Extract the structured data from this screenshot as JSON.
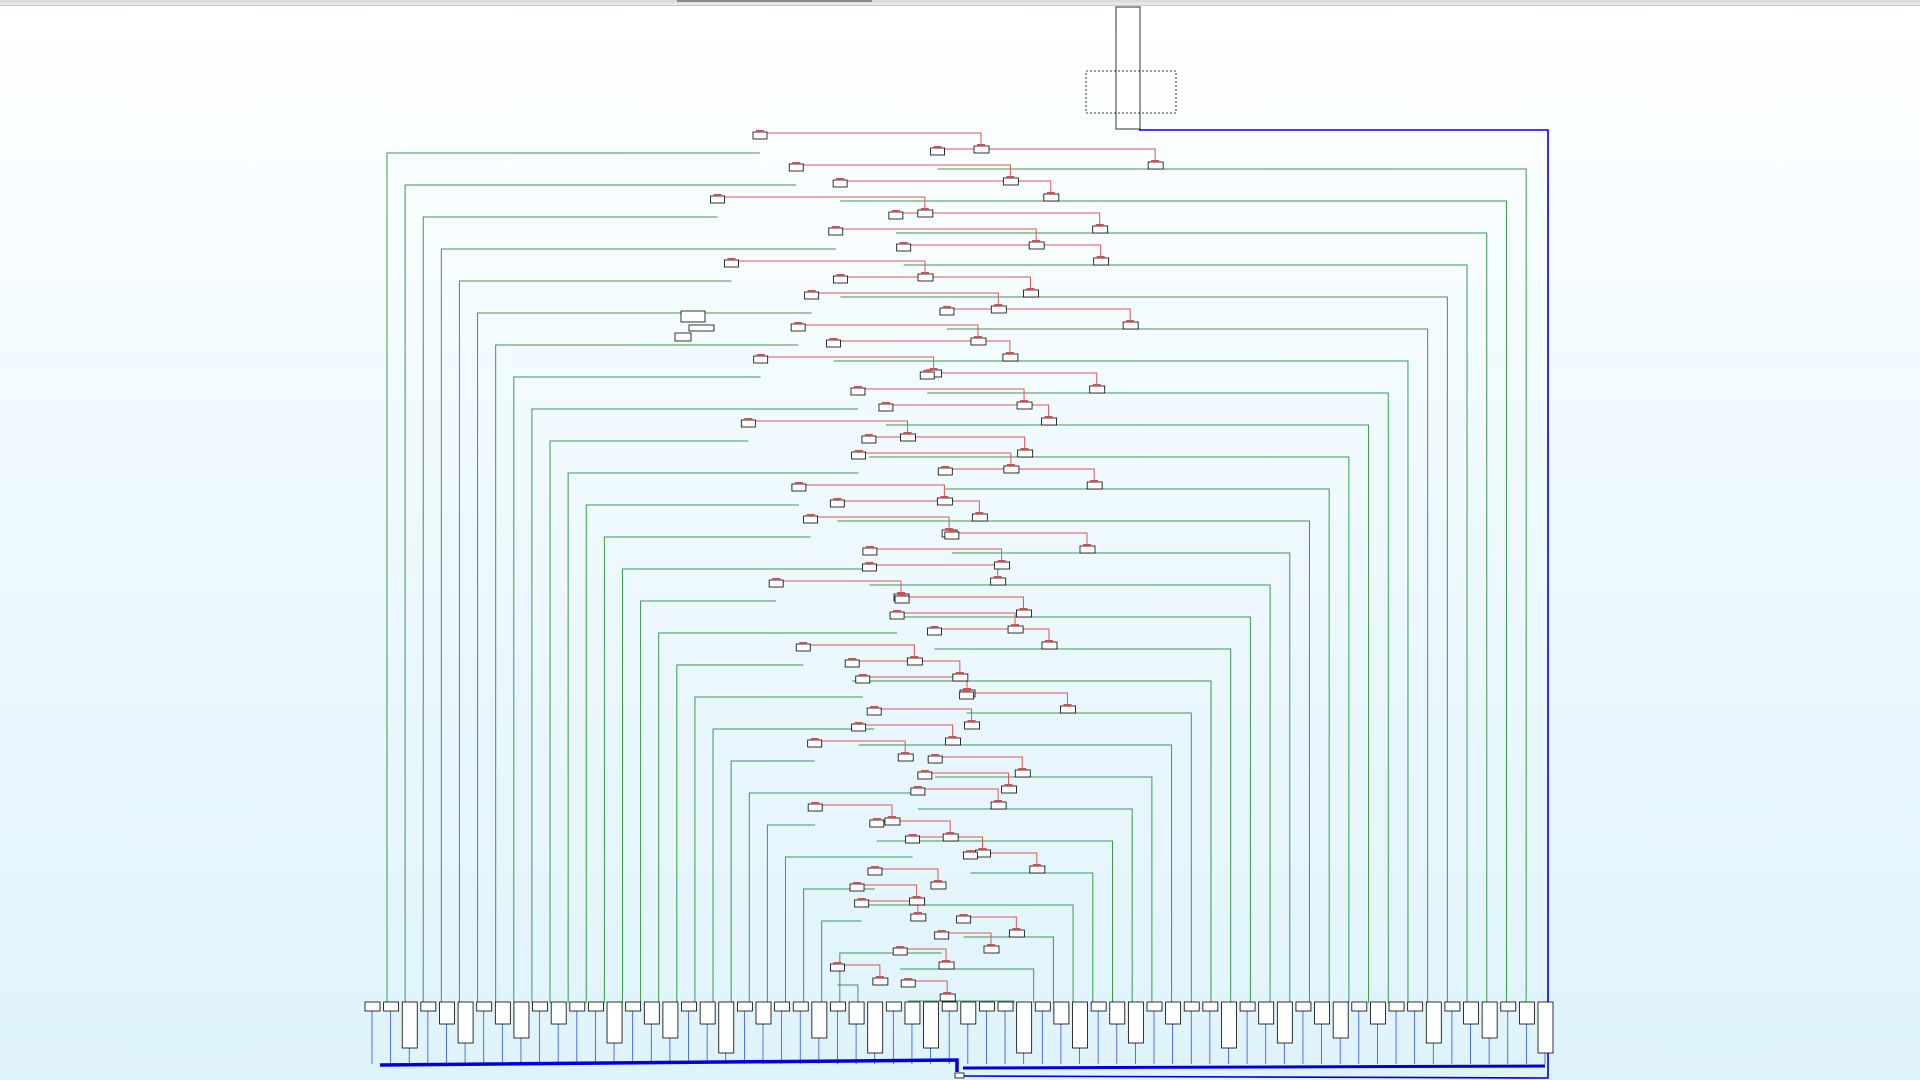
{
  "window": {
    "background_top": "#ffffff",
    "background_bottom": "#dff3fb"
  },
  "graph": {
    "kind": "control-flow-graph",
    "branch_count": 54,
    "edge_colors": {
      "true_branch": "#e05555",
      "false_branch": "#3a9a4a",
      "fallthrough": "#2f4fe0",
      "back_edge": "#0000e0"
    },
    "node_colors": {
      "fill": "#ffffff",
      "stroke": "#000000"
    },
    "icons": [
      "entry-block",
      "selection-marquee",
      "compare-block",
      "target-block",
      "exit-block"
    ]
  }
}
